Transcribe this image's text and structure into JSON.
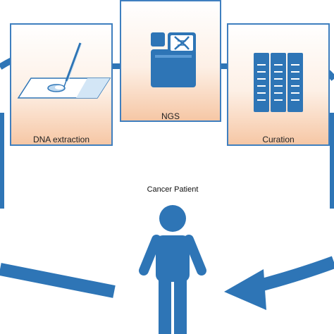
{
  "steps": [
    {
      "id": "dna",
      "label": "DNA extraction",
      "icon": "pipette-slide-icon"
    },
    {
      "id": "ngs",
      "label": "NGS",
      "icon": "sequencer-icon"
    },
    {
      "id": "curation",
      "label": "Curation",
      "icon": "server-racks-icon"
    }
  ],
  "patient": {
    "label": "Cancer Patient",
    "icon": "person-icon"
  },
  "colors": {
    "accent_blue": "#2e75b6",
    "box_border": "#3f7fbf",
    "box_gradient_top": "#ffffff",
    "box_gradient_bottom": "#f6c7a5"
  }
}
